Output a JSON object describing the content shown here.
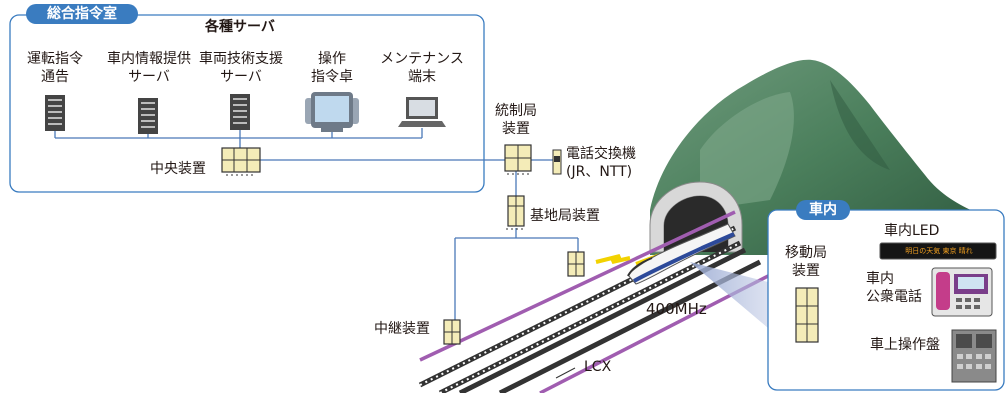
{
  "command_center": {
    "title": "総合指令室",
    "servers_heading": "各種サーバ",
    "servers": [
      {
        "line1": "運転指令",
        "line2": "通告"
      },
      {
        "line1": "車内情報提供",
        "line2": "サーバ"
      },
      {
        "line1": "車両技術支援",
        "line2": "サーバ"
      },
      {
        "line1": "操作",
        "line2": "指令卓"
      },
      {
        "line1": "メンテナンス",
        "line2": "端末"
      }
    ],
    "central_unit": "中央装置"
  },
  "control_station": {
    "line1": "統制局",
    "line2": "装置"
  },
  "phone_exchange": {
    "line1": "電話交換機",
    "line2": "(JR、NTT)"
  },
  "base_station": "基地局装置",
  "repeater": "中継装置",
  "frequency": "400MHz",
  "cable": "LCX",
  "onboard": {
    "title": "車内",
    "mobile_station": {
      "line1": "移動局",
      "line2": "装置"
    },
    "led": {
      "label": "車内LED",
      "display_text": "明日の天気 東京 晴れ"
    },
    "public_phone": {
      "line1": "車内",
      "line2": "公衆電話"
    },
    "control_panel": "車上操作盤"
  },
  "colors": {
    "accent_blue": "#3a7cc0",
    "line_blue": "#4a78b8",
    "rail_purple": "#a05db0",
    "mountain_green": "#4b7f5c",
    "radio_yellow": "#f2d200"
  }
}
